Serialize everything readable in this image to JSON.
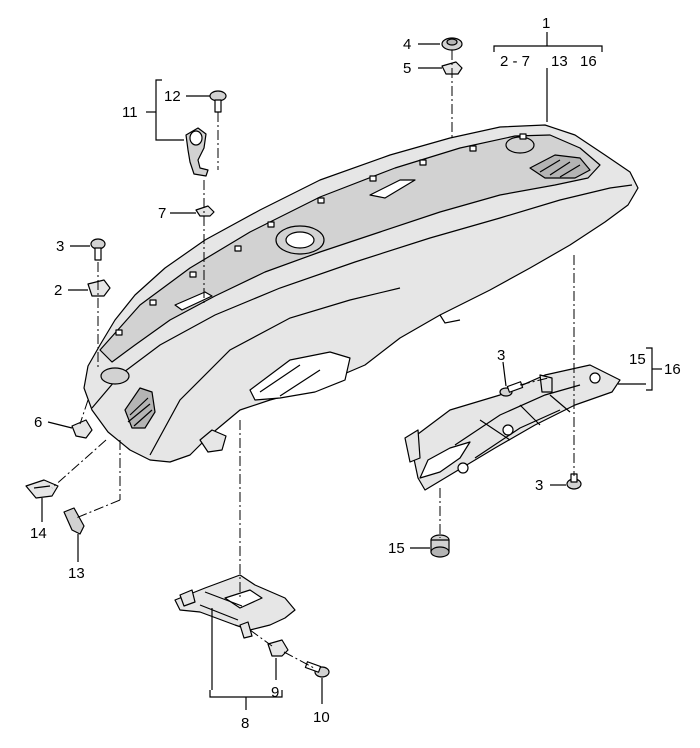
{
  "labels": {
    "l1": "1",
    "l1_range": "2 - 7",
    "l1_13": "13",
    "l1_16": "16",
    "l2": "2",
    "l3a": "3",
    "l3b": "3",
    "l3c": "3",
    "l4": "4",
    "l5": "5",
    "l6": "6",
    "l7": "7",
    "l8": "8",
    "l9": "9",
    "l10": "10",
    "l11": "11",
    "l12": "12",
    "l13": "13",
    "l14": "14",
    "l15a": "15",
    "l15b": "15",
    "l16": "16"
  }
}
